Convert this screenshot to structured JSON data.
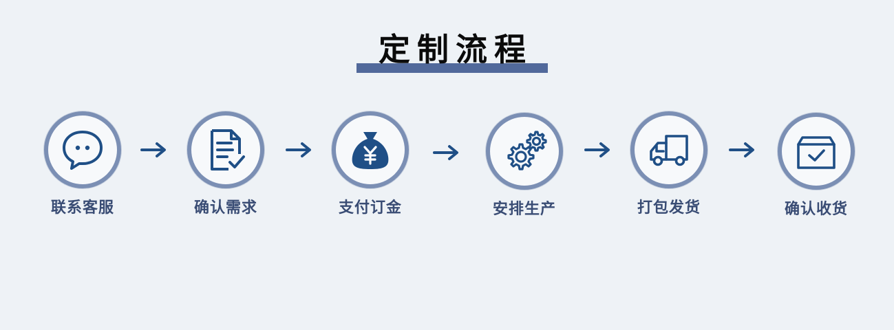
{
  "title": "定制流程",
  "colors": {
    "background": "#eef2f6",
    "accent_bar": "#51699b",
    "circle_border": "#7b8fb4",
    "icon": "#1f4f86",
    "label": "#394c74",
    "arrow": "#1f4f86"
  },
  "steps": [
    {
      "label": "联系客服",
      "icon": "chat-bubble-icon"
    },
    {
      "label": "确认需求",
      "icon": "document-check-icon"
    },
    {
      "label": "支付订金",
      "icon": "money-bag-icon"
    },
    {
      "label": "安排生产",
      "icon": "gears-icon"
    },
    {
      "label": "打包发货",
      "icon": "truck-icon"
    },
    {
      "label": "确认收货",
      "icon": "box-check-icon"
    }
  ]
}
